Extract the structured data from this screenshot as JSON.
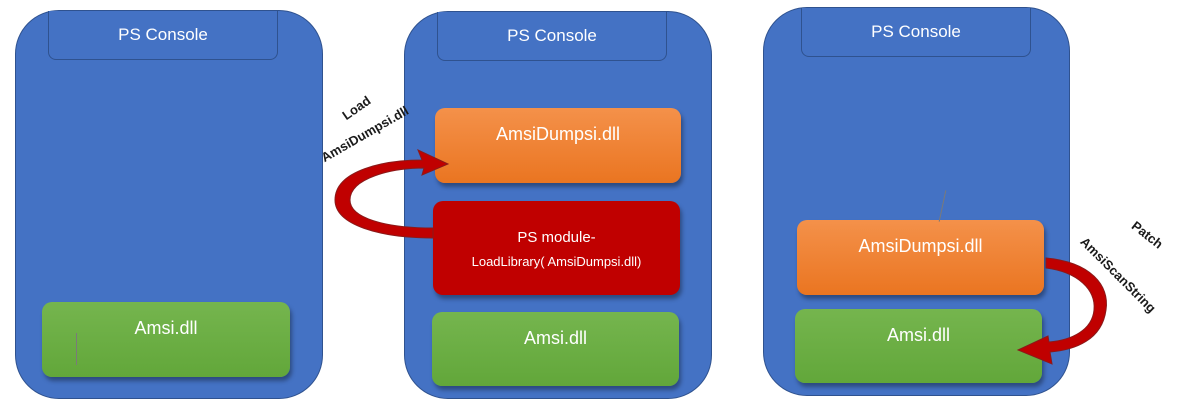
{
  "panels": [
    {
      "header": "PS Console",
      "boxes": [
        {
          "label": "Amsi.dll",
          "color": "green"
        }
      ]
    },
    {
      "header": "PS Console",
      "boxes": [
        {
          "label": "AmsiDumpsi.dll",
          "color": "orange"
        },
        {
          "label_line1": "PS  module-",
          "label_line2": "LoadLibrary( AmsiDumpsi.dll)",
          "color": "red"
        },
        {
          "label": "Amsi.dll",
          "color": "green"
        }
      ]
    },
    {
      "header": "PS Console",
      "boxes": [
        {
          "label": "AmsiDumpsi.dll",
          "color": "orange"
        },
        {
          "label": "Amsi.dll",
          "color": "green"
        }
      ]
    }
  ],
  "arrows": [
    {
      "from": "PS module- LoadLibrary( AmsiDumpsi.dll)",
      "to": "AmsiDumpsi.dll",
      "label_line1": "Load",
      "label_line2": "AmsiDumpsi.dll"
    },
    {
      "from": "AmsiDumpsi.dll",
      "to": "Amsi.dll",
      "label_line1": "Patch",
      "label_line2": "AmsiScanString"
    }
  ],
  "colors": {
    "panel": "#4472c4",
    "panel_border": "#2f528f",
    "green_box": "#6aad41",
    "orange_box": "#ef8230",
    "red_box": "#c00000",
    "arrow": "#c00000"
  }
}
